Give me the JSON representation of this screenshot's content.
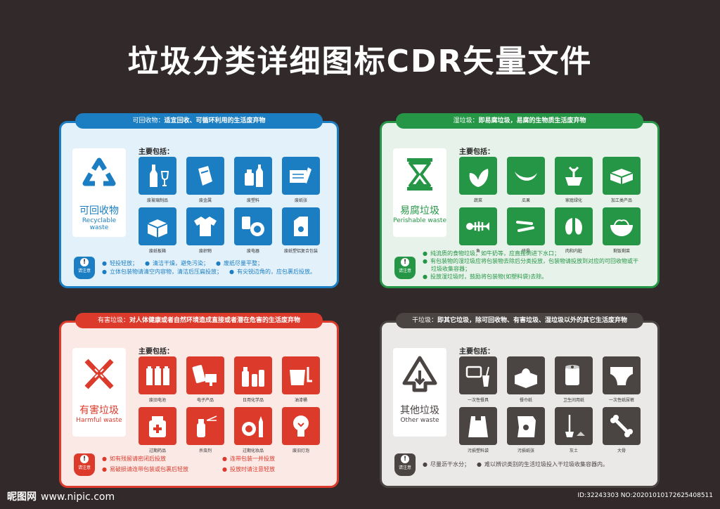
{
  "title": "垃圾分类详细图标CDR矢量文件",
  "colors": {
    "background": "#322a2a",
    "blue": "#1b7ec2",
    "green": "#249645",
    "red": "#dc3a2b",
    "gray": "#4a4443"
  },
  "panels": {
    "recyclable": {
      "banner_prefix": "可回收物：",
      "banner_text": "适宜回收、可循环利用的生活废弃物",
      "name": "可回收物",
      "name_en": "Recyclable waste",
      "includes_label": "主要包括：",
      "items": [
        {
          "label": "废玻璃制品",
          "icon": "glass-bottle-icon"
        },
        {
          "label": "废金属",
          "icon": "metal-can-icon"
        },
        {
          "label": "废塑料",
          "icon": "plastic-bottle-icon"
        },
        {
          "label": "废纸张",
          "icon": "paper-icon"
        },
        {
          "label": "废纸板箱",
          "icon": "cardboard-box-icon"
        },
        {
          "label": "废织物",
          "icon": "clothing-icon"
        },
        {
          "label": "废电器",
          "icon": "appliance-icon"
        },
        {
          "label": "废纸塑铝复合包装",
          "icon": "carton-icon"
        }
      ],
      "notice_label": "请注意",
      "notes": [
        [
          "轻投轻放；",
          "清洁干燥，避免污染；",
          "废纸尽量平整；"
        ],
        [
          "立体包装物请清空内容物，清洁后压扁投放；",
          "有尖锐边角的，应包裹后投放。"
        ]
      ]
    },
    "kitchen": {
      "banner_prefix": "湿垃圾：",
      "banner_text": "即易腐垃圾，易腐的生物质生活废弃物",
      "name": "易腐垃圾",
      "name_en": "Perishable waste",
      "includes_label": "主要包括：",
      "items": [
        {
          "label": "蔬菜",
          "icon": "vegetable-icon"
        },
        {
          "label": "瓜果",
          "icon": "fruit-rind-icon"
        },
        {
          "label": "家庭绿化",
          "icon": "plant-icon"
        },
        {
          "label": "加工类产品",
          "icon": "food-box-icon"
        },
        {
          "label": "鱼",
          "icon": "fish-bone-icon"
        },
        {
          "label": "碎骨",
          "icon": "bone-icon"
        },
        {
          "label": "肉和内脏",
          "icon": "meat-icon"
        },
        {
          "label": "剩饭剩菜",
          "icon": "leftovers-icon"
        }
      ],
      "notice_label": "请注意",
      "notes": [
        [
          "纯流质的食物垃圾，如牛奶等，应直接倒进下水口；"
        ],
        [
          "有包装物的湿垃圾应将包装物去除后分类投放，包装物请投放到对应的可回收物或干"
        ],
        [
          "垃圾收集容器；"
        ],
        [
          "投放湿垃圾时，鼓励将包装物(如塑料袋)去除。"
        ]
      ]
    },
    "hazardous": {
      "banner_prefix": "有害垃圾：",
      "banner_text": "对人体健康或者自然环境造成直接或者潜在危害的生活废弃物",
      "name": "有害垃圾",
      "name_en": "Harmful waste",
      "includes_label": "主要包括：",
      "items": [
        {
          "label": "废旧电池",
          "icon": "battery-icon"
        },
        {
          "label": "电子产品",
          "icon": "electronics-icon"
        },
        {
          "label": "日用化学品",
          "icon": "chemical-bottle-icon"
        },
        {
          "label": "油漆桶",
          "icon": "paint-bucket-icon"
        },
        {
          "label": "过期药品",
          "icon": "medicine-icon"
        },
        {
          "label": "杀虫剂",
          "icon": "spray-icon"
        },
        {
          "label": "过期化妆品",
          "icon": "cosmetics-icon"
        },
        {
          "label": "废旧灯泡",
          "icon": "light-bulb-icon"
        }
      ],
      "notice_label": "请注意",
      "notes": [
        [
          "如有残留请密闭后投放",
          "连带包装一并投放"
        ],
        [
          "易破损请连带包装或包裹后轻放",
          "投放时请注意轻放"
        ]
      ]
    },
    "residual": {
      "banner_prefix": "干垃圾：",
      "banner_text": "即其它垃圾，除可回收物、有害垃圾、湿垃圾以外的其它生活废弃物",
      "name": "其他垃圾",
      "name_en": "Other waste",
      "includes_label": "主要包括：",
      "items": [
        {
          "label": "一次性餐具",
          "icon": "disposable-tableware-icon"
        },
        {
          "label": "餐巾纸",
          "icon": "tissue-box-icon"
        },
        {
          "label": "卫生间用纸",
          "icon": "toilet-paper-icon"
        },
        {
          "label": "一次性纸尿裤",
          "icon": "diaper-icon"
        },
        {
          "label": "污损塑料袋",
          "icon": "plastic-bag-icon"
        },
        {
          "label": "污损纸张",
          "icon": "soiled-paper-icon"
        },
        {
          "label": "灰土",
          "icon": "dust-icon"
        },
        {
          "label": "大骨",
          "icon": "big-bone-icon"
        }
      ],
      "notice_label": "请注意",
      "notes": [
        [
          "尽量沥干水分；",
          "难以辨识类别的生活垃圾投入干垃圾收集容器内。"
        ]
      ]
    }
  },
  "watermark": {
    "site_cn": "昵图网",
    "site_url": "www.nipic.com",
    "id": "ID:32243303 NO:20201010172625408511"
  }
}
